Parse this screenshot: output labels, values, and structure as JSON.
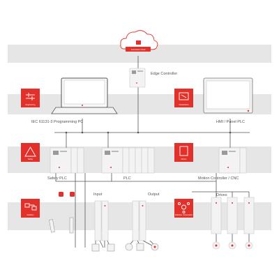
{
  "cloud": {
    "label": "Automation Cloud"
  },
  "edge_controller": {
    "label": "Edge Controller"
  },
  "devices": {
    "programming_pc": "IEC 61131-3 Programming PC",
    "hmi": "HMI / Panel PLC",
    "safety_plc": "Safety PLC",
    "plc": "PLC",
    "motion_controller": "Motion Controller / CNC",
    "input": "Input",
    "output": "Output",
    "drives": "Drives"
  },
  "tiles": {
    "engineering": "Engineering",
    "visualization": "Visualization",
    "safety": "Safety",
    "motion": "Motion",
    "fieldbus": "Fieldbus",
    "robotics": "Robotics / Kinematics"
  },
  "colors": {
    "accent": "#e2312b",
    "band": "#e6e6e6",
    "line": "#555555",
    "device": "#f3f3f3",
    "device_edge": "#c8c8c8"
  }
}
